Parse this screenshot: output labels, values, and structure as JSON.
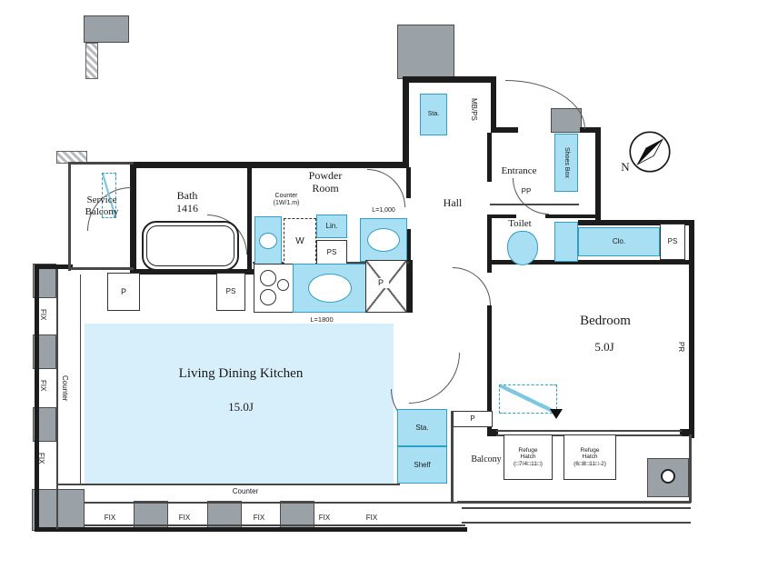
{
  "plan": {
    "rooms": {
      "service_balcony": "Service\nBalcony",
      "bath": "Bath\n1416",
      "powder_room": "Powder\nRoom",
      "hall": "Hall",
      "entrance": "Entrance",
      "toilet": "Toilet",
      "bedroom": "Bedroom",
      "bedroom_size": "5.0J",
      "ldk": "Living Dining Kitchen",
      "ldk_size": "15.0J",
      "balcony": "Balcony"
    },
    "labels": {
      "counter_note": "Counter\n(1W/1.m)",
      "w": "W",
      "lin": "Lin.",
      "ps": "PS",
      "pp": "PP",
      "p": "P",
      "pr": "PR",
      "mb_ps": "MB/PS",
      "sta": "Sta.",
      "shelf": "Shelf",
      "shoes_box": "Shoes Box",
      "closet": "Clo.",
      "l1000": "L=1,000",
      "l1800": "L=1800",
      "counter": "Counter",
      "fix": "FIX",
      "north": "N",
      "refuge_hatch_1": "Refuge\nHatch\n(□7/4□11□)",
      "refuge_hatch_2": "Refuge\nHatch\n(6□8□11□-2)"
    },
    "colors": {
      "wall": "#1c1c1c",
      "room_fill": "#d7effa",
      "fixture_fill": "#a8dff2",
      "fixture_border": "#2e9fc6",
      "concrete": "#9aa2a8"
    }
  }
}
